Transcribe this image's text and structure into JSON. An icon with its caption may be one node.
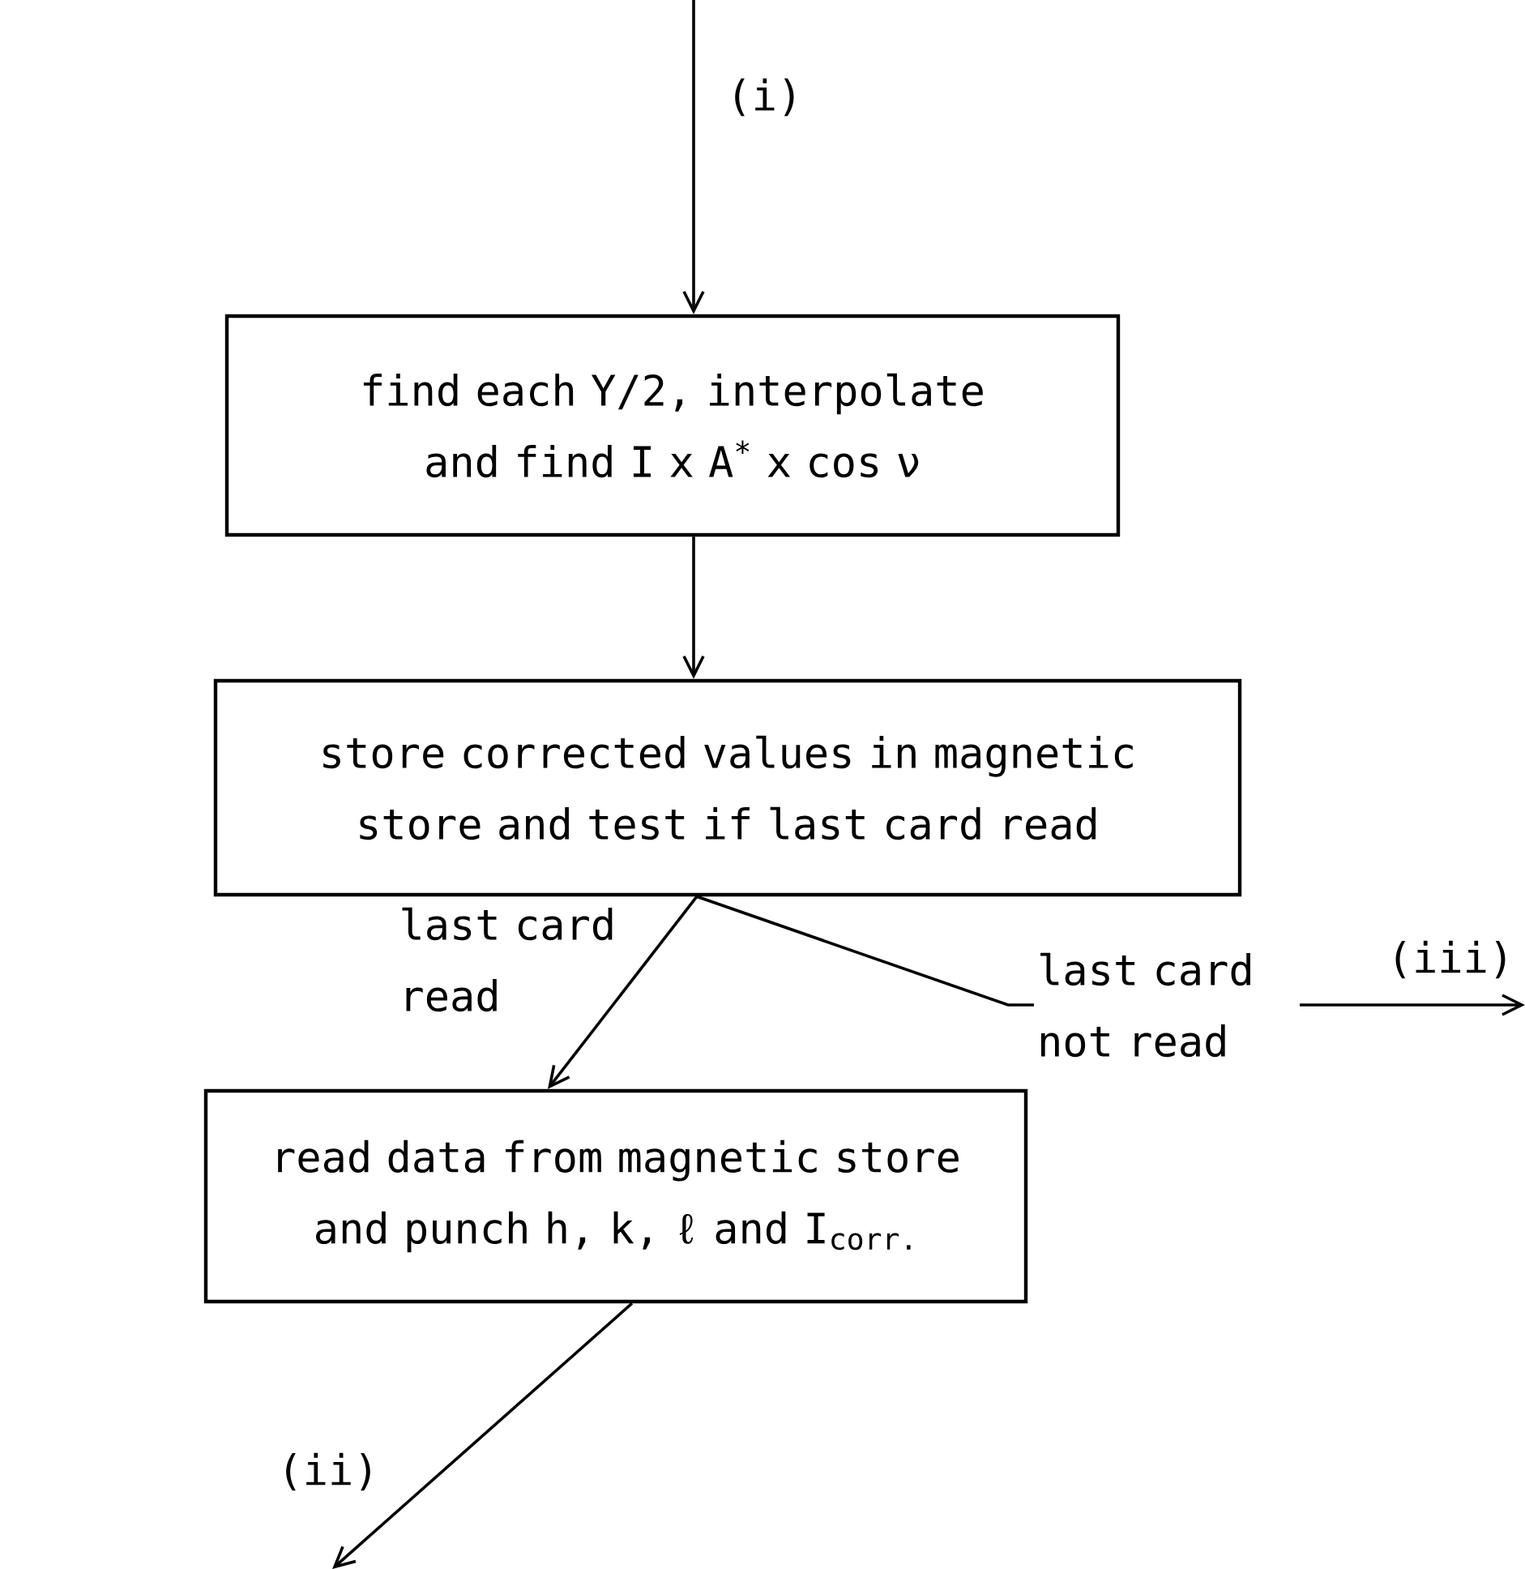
{
  "diagram": {
    "nodes": [
      {
        "text": [
          "find each Υ/2, interpolate and find I x A$^{*}$ x cos ν"
        ]
      },
      {
        "text": [
          "store corrected values in magnetic store and test if last card read"
        ]
      },
      {
        "text": [
          "read data from magnetic store and punch h, k, ℓ and I$_{corr.}$"
        ]
      }
    ],
    "edges": [
      {
        "from": null,
        "to": 0,
        "arrow": "to",
        "label": "(i)"
      },
      {
        "from": 0,
        "to": 1,
        "arrow": "to"
      },
      {
        "from": 1,
        "to": 2,
        "arrow": "to",
        "label": "last card read"
      },
      {
        "from": 1,
        "to": null,
        "arrow": "to",
        "label": "last card not read"
      },
      {
        "from": 2,
        "to": null,
        "arrow": "to",
        "label": "(ii)"
      }
    ],
    "labels": [
      "(iii)"
    ]
  }
}
